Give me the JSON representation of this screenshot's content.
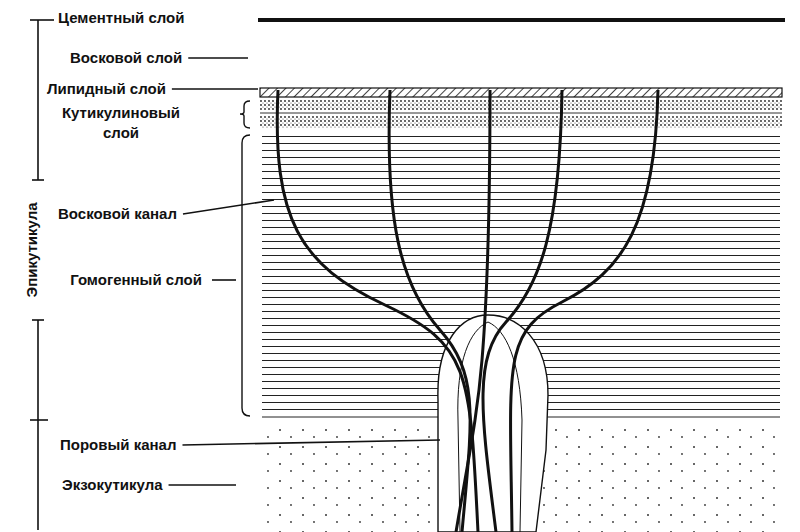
{
  "diagram": {
    "labels": [
      "Цементный слой",
      "Восковой слой",
      "Липидный слой",
      "Кутикулиновый слой",
      "Эпикутикула",
      "Восковой канал",
      "Гомогенный слой",
      "Поровый канал",
      "Экзокутикула"
    ]
  }
}
